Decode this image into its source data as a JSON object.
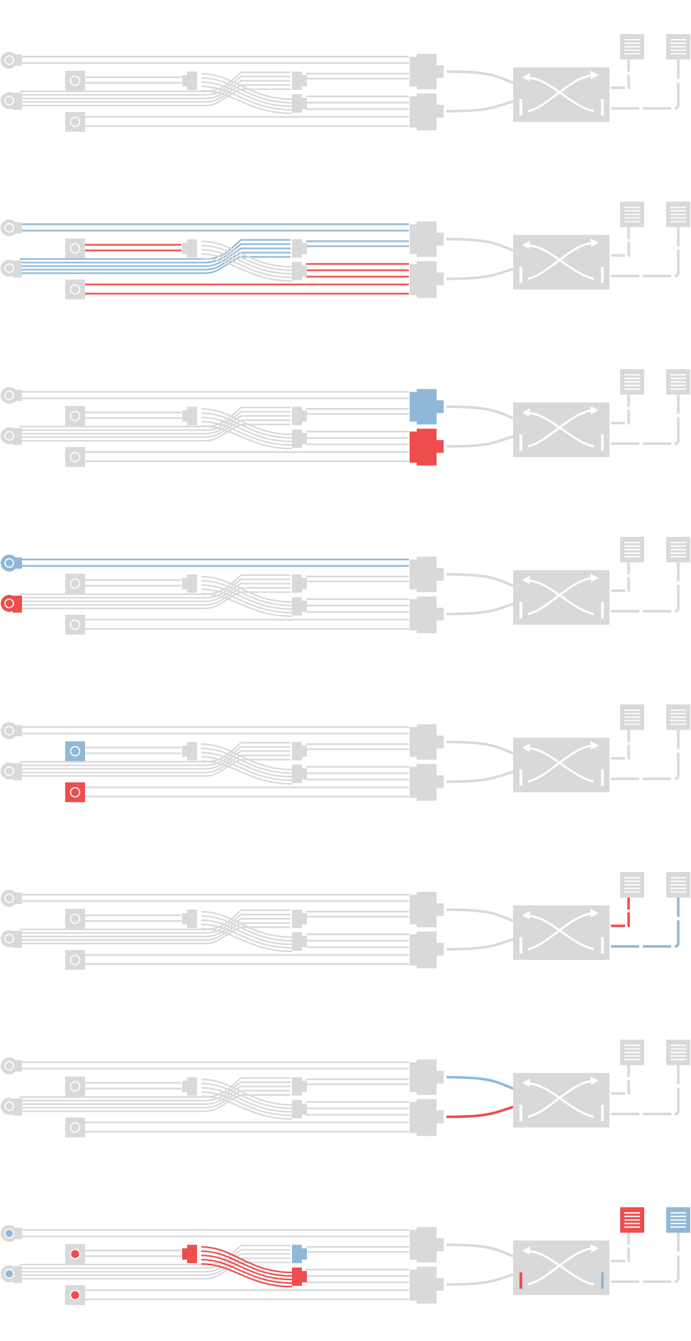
{
  "colors": {
    "base": "#d9d9d9",
    "blue": "#8fb8d8",
    "red": "#ee4d4d",
    "white": "#ffffff"
  },
  "panels": [
    {
      "id": "panel-overview",
      "highlights": {}
    },
    {
      "id": "panel-wire-runs",
      "highlights": {
        "wires_top": "blue",
        "wires_small1": "red",
        "wires_main_top": "blue",
        "wires_small2": "red",
        "wires_right_top": "blue",
        "wires_right_bottom": "red"
      }
    },
    {
      "id": "panel-main-connectors",
      "highlights": {
        "connector_top": "blue",
        "connector_bottom": "red"
      }
    },
    {
      "id": "panel-round-plugs",
      "highlights": {
        "plug_top": "blue",
        "plug_top_wires": "blue",
        "plug_bottom": "red"
      }
    },
    {
      "id": "panel-square-plugs",
      "highlights": {
        "square1": "blue",
        "square2": "red"
      }
    },
    {
      "id": "panel-output-leads",
      "highlights": {
        "out_lead_1": "red",
        "out_lead_2": "blue"
      }
    },
    {
      "id": "panel-switch-feeds",
      "highlights": {
        "feed_top": "blue",
        "feed_bottom": "red"
      }
    },
    {
      "id": "panel-end-points",
      "highlights": {
        "plug_top_dot": "blue",
        "plug_bottom_dot": "blue",
        "square1_dot": "red",
        "square2_dot": "red",
        "mid_left": "red",
        "mid_right_top": "blue",
        "mid_right_bottom": "red",
        "cross_wires": "red",
        "box_left_mark": "red",
        "box_right_mark": "blue",
        "grille_1": "red",
        "grille_2": "blue"
      }
    }
  ]
}
